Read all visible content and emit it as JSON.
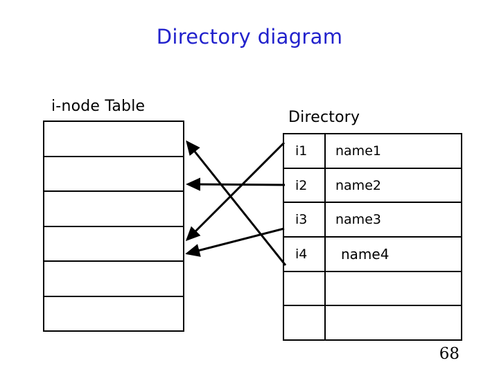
{
  "slide": {
    "title": "Directory diagram",
    "title_color": "#2222cc",
    "page_number": "68",
    "background_color": "#ffffff",
    "line_color": "#000000"
  },
  "inode_table": {
    "caption": "i-node Table",
    "row_count": 6,
    "rows": [
      {
        "label": ""
      },
      {
        "label": ""
      },
      {
        "label": ""
      },
      {
        "label": ""
      },
      {
        "label": ""
      },
      {
        "label": ""
      }
    ]
  },
  "directory_table": {
    "caption": "Directory",
    "row_count": 6,
    "rows": [
      {
        "inode": "i1",
        "name": "name1"
      },
      {
        "inode": "i2",
        "name": "name2"
      },
      {
        "inode": "i3",
        "name": "name3"
      },
      {
        "inode": "i4",
        "name": "name4"
      },
      {
        "inode": "",
        "name": ""
      },
      {
        "inode": "",
        "name": ""
      }
    ]
  },
  "arrows": [
    {
      "name": "arrow-i1-to-inode-row4",
      "from": "i1",
      "to": "inode-row-4"
    },
    {
      "name": "arrow-i2-to-inode-row3",
      "from": "i2",
      "to": "inode-row-3"
    },
    {
      "name": "arrow-i3-to-inode-row5",
      "from": "i3",
      "to": "inode-row-5"
    },
    {
      "name": "arrow-i4-to-inode-row1",
      "from": "i4",
      "to": "inode-row-1"
    }
  ]
}
